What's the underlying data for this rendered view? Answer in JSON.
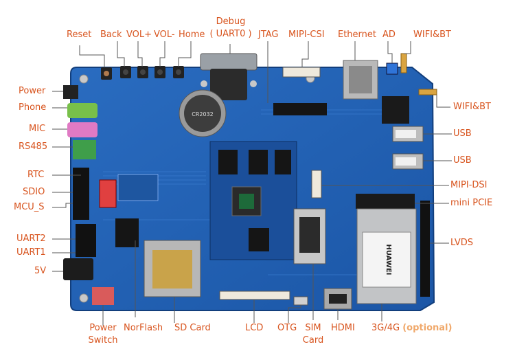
{
  "labels": {
    "reset": "Reset",
    "back": "Back",
    "vol_up": "VOL+",
    "vol_down": "VOL-",
    "home": "Home",
    "debug": "Debug",
    "uart0": "( UART0 )",
    "jtag": "JTAG",
    "mipi_csi": "MIPI-CSI",
    "ethernet": "Ethernet",
    "ad": "AD",
    "wifi_bt_top": "WIFI&BT",
    "wifi_bt_right": "WIFI&BT",
    "power": "Power",
    "phone": "Phone",
    "mic": "MIC",
    "rs485": "RS485",
    "rtc": "RTC",
    "sdio": "SDIO",
    "mcu_s": "MCU_S",
    "uart2": "UART2",
    "uart1": "UART1",
    "v5": "5V",
    "usb1": "USB",
    "usb2": "USB",
    "mipi_dsi": "MIPI-DSI",
    "mini_pcie": "mini PCIE",
    "lvds": "LVDS",
    "power_switch_1": "Power",
    "power_switch_2": "Switch",
    "norflash": "NorFlash",
    "sd_card": "SD Card",
    "lcd": "LCD",
    "otg": "OTG",
    "sim_1": "SIM",
    "sim_2": "Card",
    "hdmi": "HDMI",
    "g34": "3G/4G",
    "optional": "(optional)"
  },
  "board_text": {
    "battery": "CR2032",
    "module_brand": "HUAWEI"
  },
  "colors": {
    "label": "#d8541e",
    "optional": "#f0a86a",
    "leader": "#555555",
    "pcb": "#1f5fb4",
    "pcb_dark": "#174a92"
  }
}
